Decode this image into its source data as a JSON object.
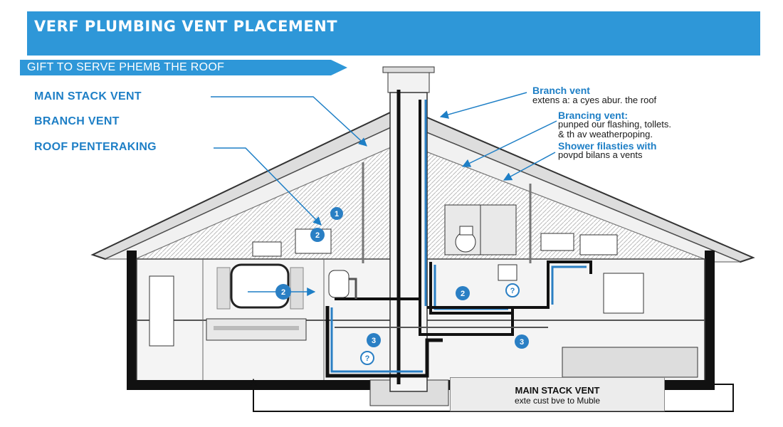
{
  "title": "VERF PLUMBING VENT PLACEMENT",
  "subtitle": "GIFT TO SERVE PHEMB THE ROOF",
  "left_labels": [
    "MAIN STACK VENT",
    "BRANCH VENT",
    "ROOF PENTERAKING"
  ],
  "right_callouts": [
    {
      "title": "Branch vent",
      "text": "extens a: a cyes abur. the roof"
    },
    {
      "title": "Brancing vent:",
      "text": "punped our flashing, tollets.\n& th av weatherpoping."
    },
    {
      "title": "Shower filasties with",
      "text": "povpd bilans a vents"
    }
  ],
  "bottom_box": {
    "title": "MAIN STACK VENT",
    "text": "exte cust bve to Muble"
  },
  "badges": [
    "1",
    "2",
    "2",
    "2",
    "3",
    "3",
    "?",
    "?"
  ],
  "colors": {
    "accent": "#2e97d8",
    "label_blue": "#1e7fc6",
    "pipe_blue": "#2a7fc4"
  }
}
